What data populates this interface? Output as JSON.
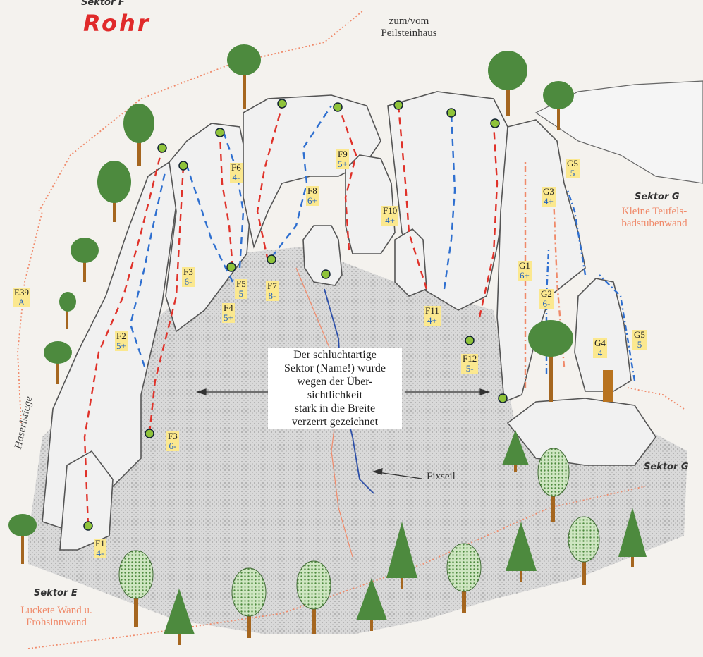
{
  "header": {
    "sektor_label": "Sektor F",
    "title": "Rohr"
  },
  "labels": {
    "peilstein": [
      "zum/vom",
      "Peilsteinhaus"
    ],
    "sektor_g_top": "Sektor G",
    "kleine": [
      "Kleine Teufels-",
      "badstubenwand"
    ],
    "sektor_g_right": "Sektor G",
    "sektor_e": "Sektor E",
    "luckete": [
      "Luckete Wand u.",
      "Frohsinnwand"
    ],
    "haserlstiege": "Haserlstiege",
    "fixseil": "Fixseil",
    "center_note": [
      "Der schluchtartige",
      "Sektor (Name!) wurde",
      "wegen der Über-",
      "sichtlichkeit",
      "stark in die Breite",
      "verzerrt gezeichnet"
    ]
  },
  "routes": [
    {
      "name": "E39",
      "grade": "A"
    },
    {
      "name": "F1",
      "grade": "4-"
    },
    {
      "name": "F2",
      "grade": "5+"
    },
    {
      "name": "F3",
      "grade": "6-"
    },
    {
      "name": "F3",
      "grade": "6-"
    },
    {
      "name": "F4",
      "grade": "5+"
    },
    {
      "name": "F5",
      "grade": "5"
    },
    {
      "name": "F6",
      "grade": "4-"
    },
    {
      "name": "F7",
      "grade": "8-"
    },
    {
      "name": "F8",
      "grade": "6+"
    },
    {
      "name": "F9",
      "grade": "5+"
    },
    {
      "name": "F10",
      "grade": "4+"
    },
    {
      "name": "F11",
      "grade": "4+"
    },
    {
      "name": "F12",
      "grade": "5-"
    },
    {
      "name": "G1",
      "grade": "6+"
    },
    {
      "name": "G2",
      "grade": "6-"
    },
    {
      "name": "G3",
      "grade": "4+"
    },
    {
      "name": "G4",
      "grade": "4"
    },
    {
      "name": "G5",
      "grade": "5"
    },
    {
      "name": "G5",
      "grade": "5"
    }
  ],
  "colors": {
    "red_route": "#e0322a",
    "blue_route": "#2e6fd0",
    "orange_path": "#f08a6a",
    "rock": "#eeeeee",
    "ground": "#c9c9c9",
    "tree": "#3f8a3a",
    "trunk": "#a5661f",
    "label_bg": "#fbe88f"
  }
}
